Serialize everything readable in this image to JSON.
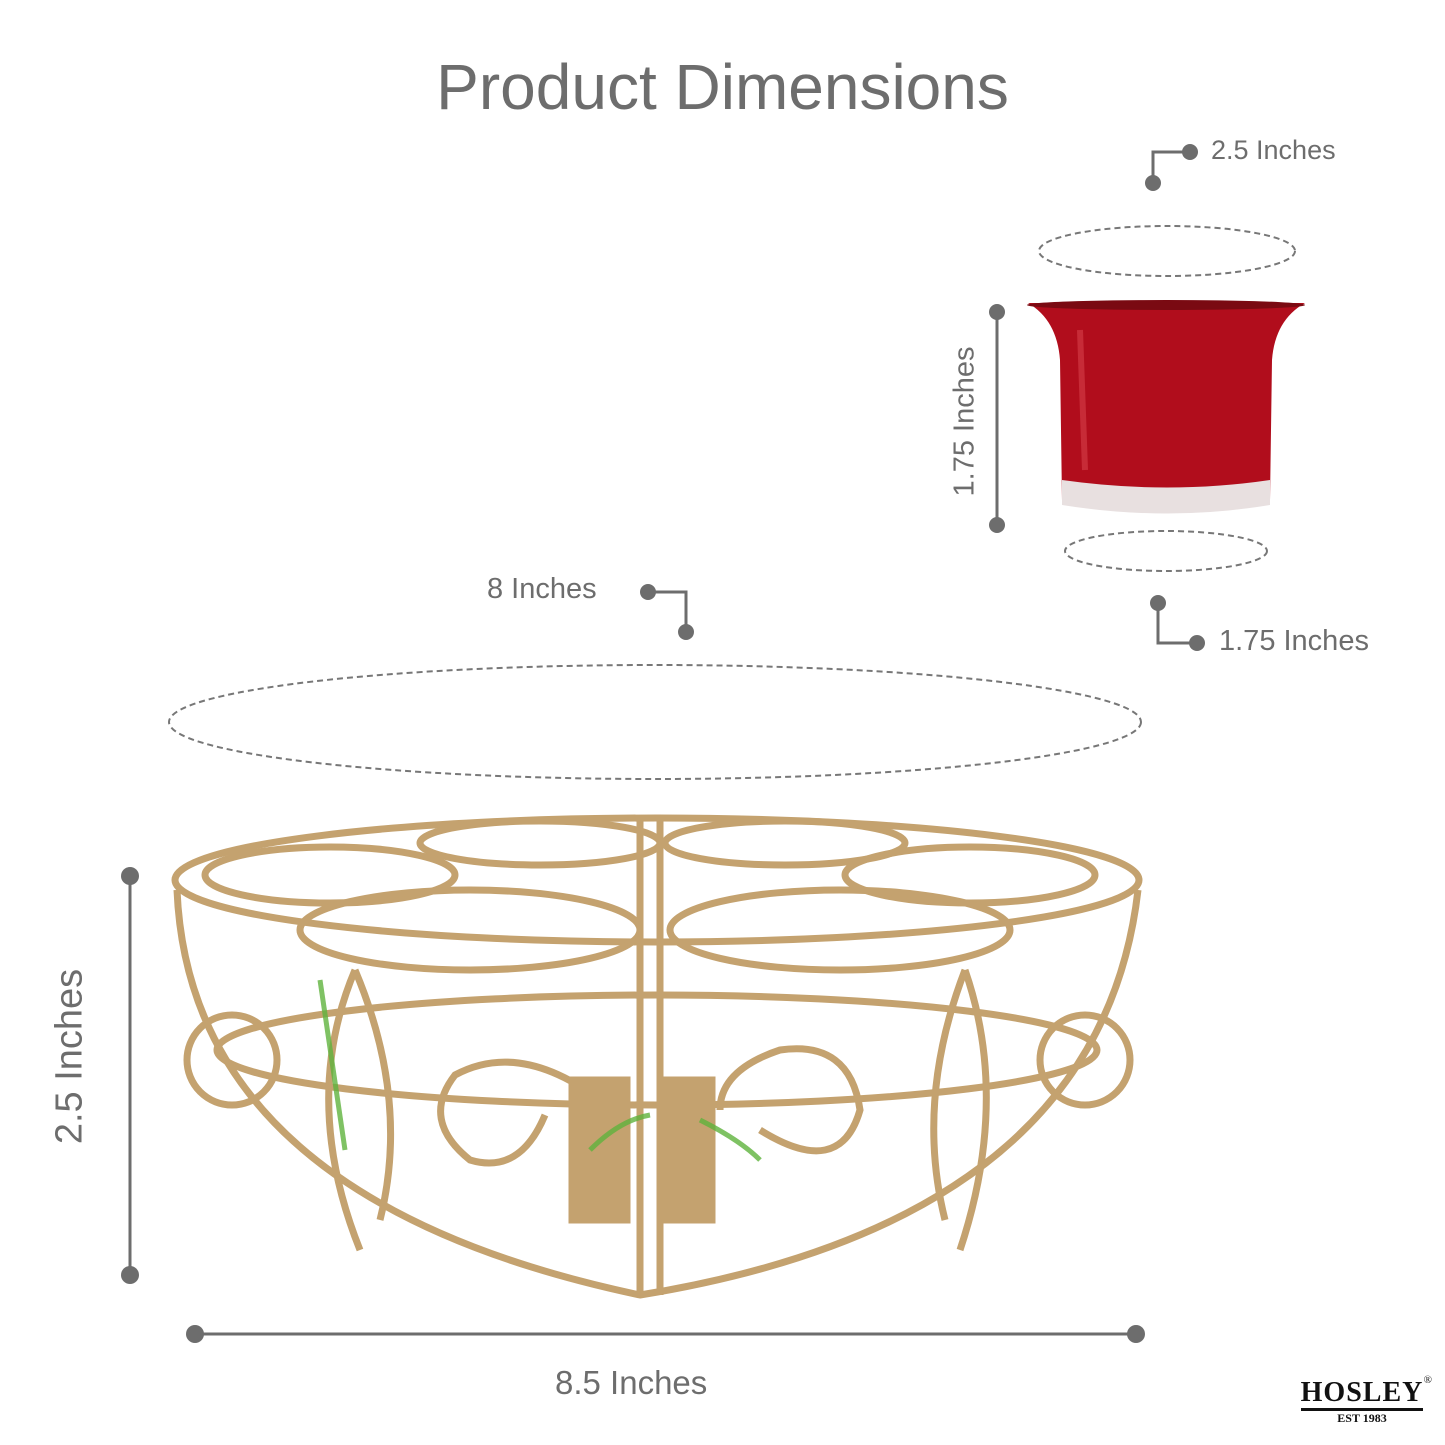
{
  "title": "Product Dimensions",
  "dimensions": {
    "cup_top_diameter": "2.5 Inches",
    "cup_height": "1.75 Inches",
    "cup_bottom_diameter": "1.75 Inches",
    "holder_top_diameter": "8 Inches",
    "holder_height": "2.5 Inches",
    "holder_width": "8.5 Inches"
  },
  "logo": {
    "brand": "HOSLEY",
    "registered": "®",
    "tagline": "EST 1983"
  },
  "colors": {
    "text": "#6d6d6d",
    "gold": "#c4a26f",
    "red": "#b10d1c",
    "green": "#5fb33d"
  }
}
